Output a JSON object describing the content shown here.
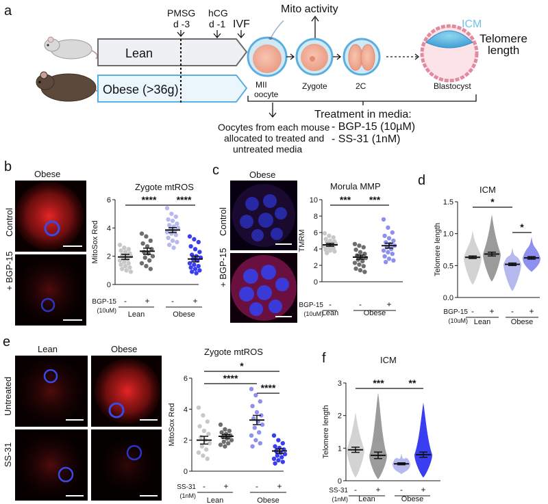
{
  "colors": {
    "lean_arrow_fill": "#eef0f3",
    "lean_arrow_stroke": "#6b6b6b",
    "obese_arrow_fill": "#eaf6fc",
    "obese_arrow_stroke": "#5aaee0",
    "icm_label": "#6cc3e8",
    "grey_light": "#c8c8c8",
    "grey_mid": "#9b9b9b",
    "grey_dark": "#6e6e6e",
    "lavender": "#b7b9ee",
    "indigo_light": "#8d90ee",
    "blue_strong": "#3b3ef0",
    "mito_red": "#e2202a",
    "nucleus_blue": "#2a36d8"
  },
  "panel_a": {
    "label": "a",
    "pmsg": "PMSG",
    "pmsg_day": "d -3",
    "hcg": "hCG",
    "hcg_day": "d -1",
    "ivf": "IVF",
    "mito_activity": "Mito activity",
    "lean": "Lean",
    "obese": "Obese (>36g)",
    "mii_oocyte": "MII\noocyte",
    "zygote": "Zygote",
    "two_cell": "2C",
    "blastocyst": "Blastocyst",
    "icm": "ICM",
    "telomere_length": "Telomere\nlength",
    "oocytes_note": "Oocytes from each mouse\nallocated to treated and\nuntreated media",
    "treatment_title": "Treatment in media:",
    "treatment_1": "- BGP-15 (10µM)",
    "treatment_2": "- SS-31 (1nM)"
  },
  "panel_b": {
    "label": "b",
    "image_title": "Obese",
    "row_control": "Control",
    "row_bgp": "+ BGP-15",
    "chart_title": "Zygote mtROS"
  },
  "panel_c": {
    "label": "c",
    "image_title": "Obese",
    "row_control": "Control",
    "row_bgp": "+ BGP-15",
    "chart_title": "Morula MMP"
  },
  "panel_d": {
    "label": "d",
    "chart_title": "ICM"
  },
  "panel_e": {
    "label": "e",
    "col_lean": "Lean",
    "col_obese": "Obese",
    "row_untreated": "Untreated",
    "row_ss31": "SS-31",
    "chart_title": "Zygote mtROS"
  },
  "panel_f": {
    "label": "f",
    "chart_title": "ICM"
  },
  "chart_data": [
    {
      "id": "b",
      "type": "scatter",
      "ylabel": "MitoSox Red",
      "ylim": [
        0,
        6
      ],
      "yticks": [
        0,
        2,
        4,
        6
      ],
      "treatment_label": "BGP-15",
      "treatment_unit": "(10uM)",
      "signs": [
        "-",
        "+",
        "-",
        "+"
      ],
      "groups": [
        "Lean",
        "Obese"
      ],
      "series": [
        {
          "color": "#c8c8c8",
          "mean": 1.95,
          "sem": 0.18,
          "values": [
            2.8,
            2.6,
            2.5,
            2.4,
            2.3,
            2.2,
            2.1,
            2.0,
            2.0,
            1.9,
            1.8,
            1.7,
            1.6,
            1.5,
            1.4,
            1.3,
            1.2,
            1.1,
            1.0,
            0.9
          ]
        },
        {
          "color": "#6e6e6e",
          "mean": 2.35,
          "sem": 0.22,
          "values": [
            3.6,
            3.4,
            3.1,
            2.9,
            2.7,
            2.5,
            2.3,
            2.2,
            2.0,
            1.9,
            1.7,
            1.5,
            1.3,
            1.1
          ]
        },
        {
          "color": "#b7b9ee",
          "mean": 3.85,
          "sem": 0.18,
          "values": [
            5.4,
            5.0,
            4.8,
            4.6,
            4.5,
            4.3,
            4.2,
            4.1,
            4.0,
            3.9,
            3.8,
            3.7,
            3.6,
            3.5,
            3.3,
            3.1,
            3.0,
            2.8,
            2.6
          ]
        },
        {
          "color": "#3b3ef0",
          "mean": 1.8,
          "sem": 0.2,
          "values": [
            3.4,
            3.2,
            3.0,
            2.7,
            2.5,
            2.3,
            2.1,
            2.0,
            1.9,
            1.8,
            1.7,
            1.5,
            1.4,
            1.3,
            1.2,
            1.1,
            1.0,
            0.9,
            0.8
          ]
        }
      ],
      "significance": [
        {
          "from": 0,
          "to": 2,
          "label": "****",
          "level": 0
        },
        {
          "from": 2,
          "to": 3,
          "label": "****",
          "level": 0
        }
      ]
    },
    {
      "id": "c",
      "type": "scatter",
      "ylabel": "TMRM",
      "ylim": [
        0,
        10
      ],
      "yticks": [
        0,
        2,
        4,
        6,
        8,
        10
      ],
      "treatment_label": "BGP-15",
      "treatment_unit": "(10uM)",
      "signs": [
        "-",
        "-",
        "+"
      ],
      "groups": [
        "Lean",
        "Obese"
      ],
      "series": [
        {
          "color": "#c8c8c8",
          "mean": 4.5,
          "sem": 0.18,
          "values": [
            5.9,
            5.6,
            5.4,
            5.2,
            5.0,
            4.9,
            4.8,
            4.7,
            4.6,
            4.5,
            4.4,
            4.3,
            4.2,
            4.1,
            3.9,
            3.8,
            3.7,
            3.5
          ]
        },
        {
          "color": "#6e6e6e",
          "mean": 3.0,
          "sem": 0.25,
          "values": [
            4.6,
            4.4,
            4.2,
            3.9,
            3.6,
            3.4,
            3.2,
            3.0,
            2.9,
            2.7,
            2.5,
            2.3,
            2.1,
            1.9,
            1.6,
            1.4,
            1.2
          ]
        },
        {
          "color": "#8d90ee",
          "mean": 4.4,
          "sem": 0.3,
          "values": [
            7.6,
            6.6,
            6.0,
            5.6,
            5.3,
            5.0,
            4.8,
            4.6,
            4.4,
            4.2,
            4.0,
            3.8,
            3.6,
            3.4,
            3.1,
            2.8,
            2.6,
            2.4
          ]
        }
      ],
      "significance": [
        {
          "from": 0,
          "to": 1,
          "label": "***",
          "level": 0
        },
        {
          "from": 1,
          "to": 2,
          "label": "***",
          "level": 0
        }
      ]
    },
    {
      "id": "d",
      "type": "violin",
      "ylabel": "Telomere length",
      "ylim": [
        0,
        1.5
      ],
      "yticks": [
        0.0,
        0.5,
        1.0,
        1.5
      ],
      "treatment_label": "BGP-15",
      "treatment_unit": "(10uM)",
      "signs": [
        "-",
        "+",
        "-",
        "+"
      ],
      "groups": [
        "Lean",
        "Obese"
      ],
      "series": [
        {
          "color": "#d3d3d3",
          "mean": 0.63,
          "sem": 0.02,
          "min": 0.2,
          "max": 1.05
        },
        {
          "color": "#9b9b9b",
          "mean": 0.68,
          "sem": 0.03,
          "min": 0.25,
          "max": 1.3
        },
        {
          "color": "#b7b9ee",
          "mean": 0.52,
          "sem": 0.02,
          "min": 0.1,
          "max": 0.78
        },
        {
          "color": "#8d90ee",
          "mean": 0.62,
          "sem": 0.02,
          "min": 0.4,
          "max": 0.95
        }
      ],
      "significance": [
        {
          "from": 0,
          "to": 2,
          "label": "*",
          "level": 0
        },
        {
          "from": 2,
          "to": 3,
          "label": "*",
          "level": 1
        }
      ]
    },
    {
      "id": "e",
      "type": "scatter",
      "ylabel": "MitoSox Red",
      "ylim": [
        0,
        6
      ],
      "yticks": [
        0,
        2,
        4,
        6
      ],
      "treatment_label": "SS-31",
      "treatment_unit": "(1nM)",
      "signs": [
        "-",
        "+",
        "-",
        "+"
      ],
      "groups": [
        "Lean",
        "Obese"
      ],
      "series": [
        {
          "color": "#c8c8c8",
          "mean": 2.0,
          "sem": 0.25,
          "values": [
            4.1,
            3.6,
            3.2,
            2.9,
            2.6,
            2.4,
            2.2,
            2.0,
            1.8,
            1.6,
            1.4,
            1.2,
            1.0,
            0.8
          ]
        },
        {
          "color": "#6e6e6e",
          "mean": 2.25,
          "sem": 0.12,
          "values": [
            3.0,
            2.7,
            2.6,
            2.5,
            2.4,
            2.3,
            2.2,
            2.1,
            2.0,
            1.9,
            1.8,
            1.7,
            1.6
          ]
        },
        {
          "color": "#8d90ee",
          "mean": 3.3,
          "sem": 0.3,
          "values": [
            5.3,
            4.9,
            4.5,
            4.2,
            3.8,
            3.6,
            3.4,
            3.2,
            3.0,
            2.8,
            2.5,
            2.3,
            2.0,
            1.8,
            1.6
          ]
        },
        {
          "color": "#3b3ef0",
          "mean": 1.3,
          "sem": 0.15,
          "values": [
            2.3,
            2.0,
            1.8,
            1.6,
            1.5,
            1.4,
            1.3,
            1.2,
            1.1,
            1.0,
            0.9,
            0.8,
            0.7,
            0.6,
            0.5
          ]
        }
      ],
      "significance": [
        {
          "from": 0,
          "to": 2,
          "label": "****",
          "level": 0
        },
        {
          "from": 2,
          "to": 3,
          "label": "****",
          "level": 0
        },
        {
          "from": 0,
          "to": 3,
          "label": "*",
          "level": 1
        }
      ]
    },
    {
      "id": "f",
      "type": "violin",
      "ylabel": "Telomere length",
      "ylim": [
        0,
        3
      ],
      "yticks": [
        0,
        1,
        2,
        3
      ],
      "treatment_label": "SS-31",
      "treatment_unit": "(1nM)",
      "signs": [
        "-",
        "+",
        "-",
        "+"
      ],
      "groups": [
        "Lean",
        "Obese"
      ],
      "series": [
        {
          "color": "#d3d3d3",
          "mean": 0.95,
          "sem": 0.08,
          "min": 0.1,
          "max": 2.1
        },
        {
          "color": "#9b9b9b",
          "mean": 0.78,
          "sem": 0.1,
          "min": 0.05,
          "max": 2.7
        },
        {
          "color": "#b7b9ee",
          "mean": 0.52,
          "sem": 0.03,
          "min": 0.2,
          "max": 0.85
        },
        {
          "color": "#3b3ef0",
          "mean": 0.8,
          "sem": 0.08,
          "min": 0.1,
          "max": 2.4
        }
      ],
      "significance": [
        {
          "from": 0,
          "to": 2,
          "label": "***",
          "level": 0
        },
        {
          "from": 2,
          "to": 3,
          "label": "**",
          "level": 0
        }
      ]
    }
  ]
}
